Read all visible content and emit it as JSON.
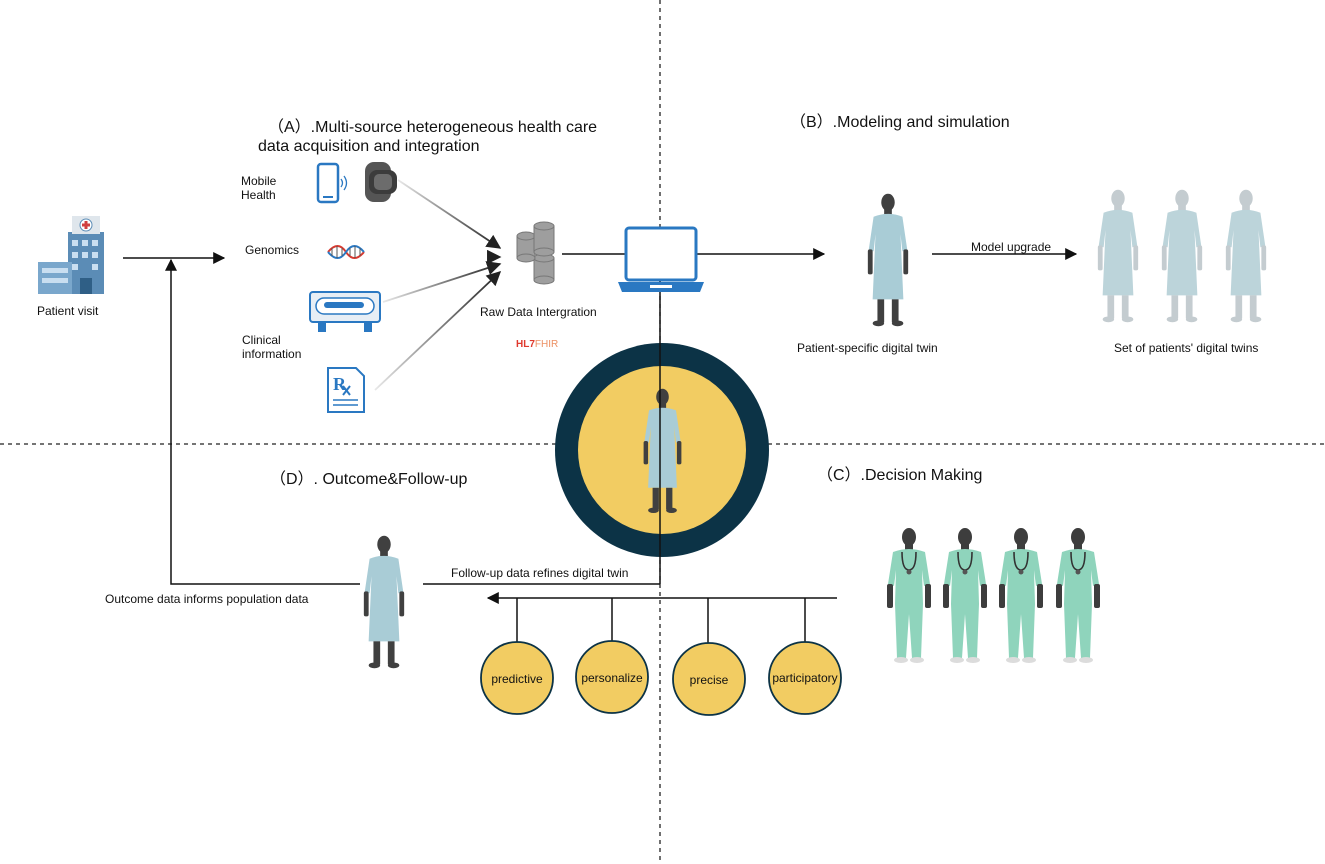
{
  "sections": {
    "a_title_line1": "（A）.Multi-source heterogeneous health care",
    "a_title_line2": "data acquisition and integration",
    "b_title": "（B）.Modeling and simulation",
    "c_title": "（C）.Decision Making",
    "d_title": "（D）. Outcome&Follow-up"
  },
  "labels": {
    "patient_visit": "Patient visit",
    "mobile_health_1": "Mobile",
    "mobile_health_2": "Health",
    "genomics": "Genomics",
    "clinical_1": "Clinical",
    "clinical_2": "information",
    "raw_data": "Raw Data Intergration",
    "hl7_prefix": "HL7",
    "hl7_suffix": "FHIR",
    "patient_twin": "Patient-specific digital twin",
    "model_upgrade": "Model upgrade",
    "set_twins": "Set of patients' digital twins",
    "followup": "Follow-up data refines digital twin",
    "outcome": "Outcome data informs population data"
  },
  "p4": [
    "predictive",
    "personalize",
    "precise",
    "participatory"
  ],
  "colors": {
    "navy": "#0c3346",
    "gold": "#f2cc62",
    "gown": "#a9ccd6",
    "gown_faded": "#bcd4da",
    "skin": "#404040",
    "skin_faded": "#c4ccd0",
    "scrubs": "#8fd4bc",
    "device_blue": "#2a78c2"
  },
  "icons": [
    "hospital-icon",
    "smartphone-icon",
    "smartwatch-icon",
    "dna-icon",
    "mri-scanner-icon",
    "prescription-icon",
    "database-icon",
    "laptop-icon",
    "patient-icon",
    "doctor-icon"
  ]
}
